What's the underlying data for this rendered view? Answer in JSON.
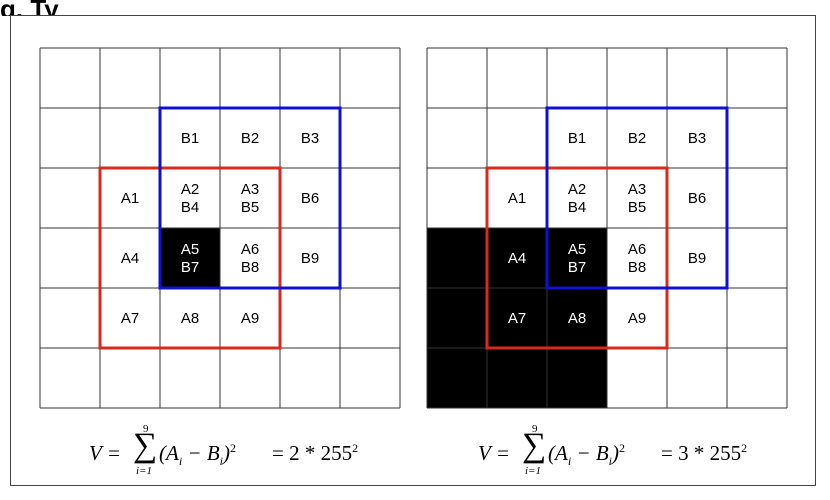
{
  "heading": "g. Ty",
  "grid": {
    "rows": 6,
    "cols": 6
  },
  "colors": {
    "window_a": "#d9291c",
    "window_b": "#1010d0",
    "black": "#000000",
    "grid_line": "#333333"
  },
  "panels": [
    {
      "black_cells": [
        [
          3,
          2
        ]
      ],
      "labels": [
        {
          "r": 1,
          "c": 2,
          "lines": [
            "B1"
          ]
        },
        {
          "r": 1,
          "c": 3,
          "lines": [
            "B2"
          ]
        },
        {
          "r": 1,
          "c": 4,
          "lines": [
            "B3"
          ]
        },
        {
          "r": 2,
          "c": 1,
          "lines": [
            "A1"
          ]
        },
        {
          "r": 2,
          "c": 2,
          "lines": [
            "A2",
            "B4"
          ]
        },
        {
          "r": 2,
          "c": 3,
          "lines": [
            "A3",
            "B5"
          ]
        },
        {
          "r": 2,
          "c": 4,
          "lines": [
            "B6"
          ]
        },
        {
          "r": 3,
          "c": 1,
          "lines": [
            "A4"
          ]
        },
        {
          "r": 3,
          "c": 2,
          "lines": [
            "A5",
            "B7"
          ]
        },
        {
          "r": 3,
          "c": 3,
          "lines": [
            "A6",
            "B8"
          ]
        },
        {
          "r": 3,
          "c": 4,
          "lines": [
            "B9"
          ]
        },
        {
          "r": 4,
          "c": 1,
          "lines": [
            "A7"
          ]
        },
        {
          "r": 4,
          "c": 2,
          "lines": [
            "A8"
          ]
        },
        {
          "r": 4,
          "c": 3,
          "lines": [
            "A9"
          ]
        }
      ],
      "window_a": {
        "r": 2,
        "c": 1,
        "rows": 3,
        "cols": 3
      },
      "window_b": {
        "r": 1,
        "c": 2,
        "rows": 3,
        "cols": 3
      },
      "formula": {
        "lhs": "V =",
        "sum_upper": "9",
        "sum_lower": "i=1",
        "expr_a": "A",
        "expr_sub_a": "i",
        "expr_mid": " − B",
        "expr_sub_b": "i",
        "expr_close": ")",
        "expr_exp": "2",
        "rhs": " = 2 * 255",
        "rhs_exp": "2"
      }
    },
    {
      "black_cells": [
        [
          3,
          0
        ],
        [
          3,
          1
        ],
        [
          3,
          2
        ],
        [
          4,
          0
        ],
        [
          4,
          1
        ],
        [
          4,
          2
        ],
        [
          5,
          0
        ],
        [
          5,
          1
        ],
        [
          5,
          2
        ]
      ],
      "labels": [
        {
          "r": 1,
          "c": 2,
          "lines": [
            "B1"
          ]
        },
        {
          "r": 1,
          "c": 3,
          "lines": [
            "B2"
          ]
        },
        {
          "r": 1,
          "c": 4,
          "lines": [
            "B3"
          ]
        },
        {
          "r": 2,
          "c": 1,
          "lines": [
            "A1"
          ]
        },
        {
          "r": 2,
          "c": 2,
          "lines": [
            "A2",
            "B4"
          ]
        },
        {
          "r": 2,
          "c": 3,
          "lines": [
            "A3",
            "B5"
          ]
        },
        {
          "r": 2,
          "c": 4,
          "lines": [
            "B6"
          ]
        },
        {
          "r": 3,
          "c": 1,
          "lines": [
            "A4"
          ]
        },
        {
          "r": 3,
          "c": 2,
          "lines": [
            "A5",
            "B7"
          ]
        },
        {
          "r": 3,
          "c": 3,
          "lines": [
            "A6",
            "B8"
          ]
        },
        {
          "r": 3,
          "c": 4,
          "lines": [
            "B9"
          ]
        },
        {
          "r": 4,
          "c": 1,
          "lines": [
            "A7"
          ]
        },
        {
          "r": 4,
          "c": 2,
          "lines": [
            "A8"
          ]
        },
        {
          "r": 4,
          "c": 3,
          "lines": [
            "A9"
          ]
        }
      ],
      "window_a": {
        "r": 2,
        "c": 1,
        "rows": 3,
        "cols": 3
      },
      "window_b": {
        "r": 1,
        "c": 2,
        "rows": 3,
        "cols": 3
      },
      "formula": {
        "lhs": "V =",
        "sum_upper": "9",
        "sum_lower": "i=1",
        "expr_a": "A",
        "expr_sub_a": "i",
        "expr_mid": " − B",
        "expr_sub_b": "i",
        "expr_close": ")",
        "expr_exp": "2",
        "rhs": " = 3 * 255",
        "rhs_exp": "2"
      }
    }
  ]
}
